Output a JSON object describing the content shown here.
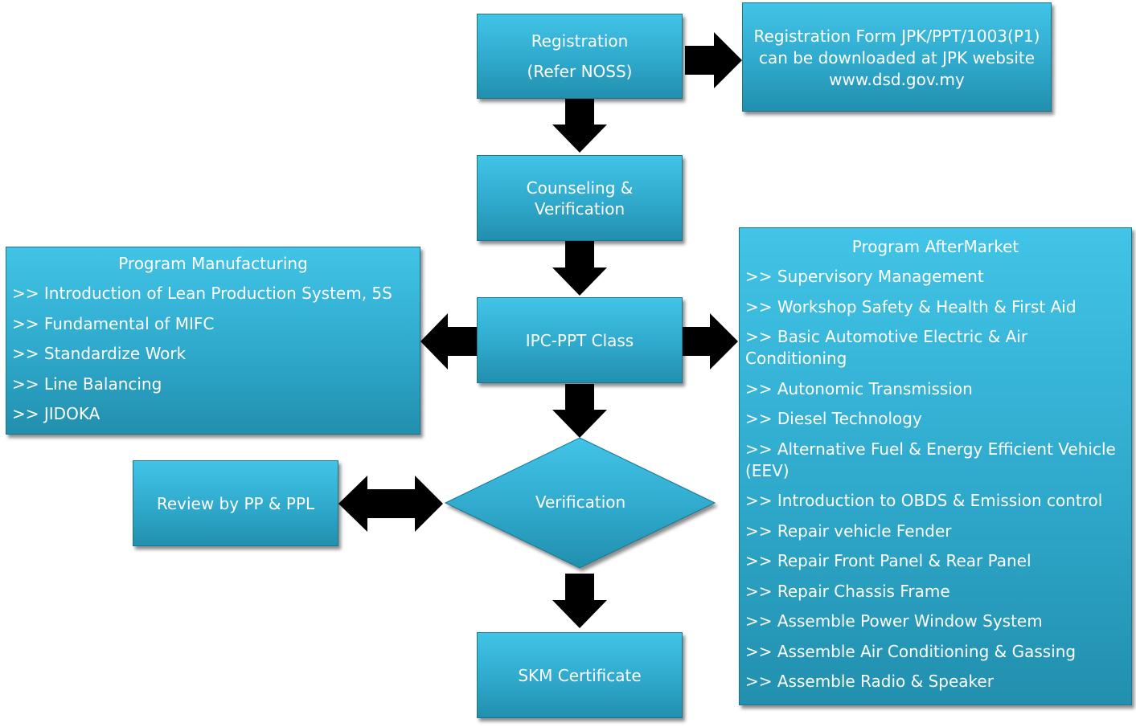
{
  "registration": {
    "line1": "Registration",
    "line2": "(Refer NOSS)"
  },
  "registration_form": {
    "line1": "Registration Form JPK/PPT/1003(P1)",
    "line2": "can be downloaded at  JPK website",
    "line3": "www.dsd.gov.my"
  },
  "counseling": {
    "line1": "Counseling &",
    "line2": "Verification"
  },
  "ipc_class": "IPC-PPT Class",
  "verification": "Verification",
  "review": "Review by PP & PPL",
  "skm": "SKM Certificate",
  "program_manufacturing": {
    "title": "Program Manufacturing",
    "items": [
      ">> Introduction of Lean Production System, 5S",
      ">> Fundamental of MIFC",
      ">> Standardize Work",
      ">> Line Balancing",
      ">> JIDOKA"
    ]
  },
  "program_aftermarket": {
    "title": "Program AfterMarket",
    "items": [
      ">> Supervisory Management",
      ">> Workshop Safety & Health & First Aid",
      ">> Basic Automotive  Electric & Air Conditioning",
      ">> Autonomic Transmission",
      ">> Diesel Technology",
      ">> Alternative Fuel & Energy Efficient Vehicle (EEV)",
      ">> Introduction to OBDS & Emission control",
      ">> Repair vehicle Fender",
      ">> Repair Front Panel & Rear Panel",
      ">> Repair Chassis Frame",
      ">> Assemble Power Window System",
      ">> Assemble Air Conditioning & Gassing",
      ">> Assemble Radio & Speaker"
    ]
  },
  "colors": {
    "box_fill": "#2fa9cc",
    "box_border": "#1a7591",
    "arrow": "#000000",
    "text": "#ffffff"
  }
}
